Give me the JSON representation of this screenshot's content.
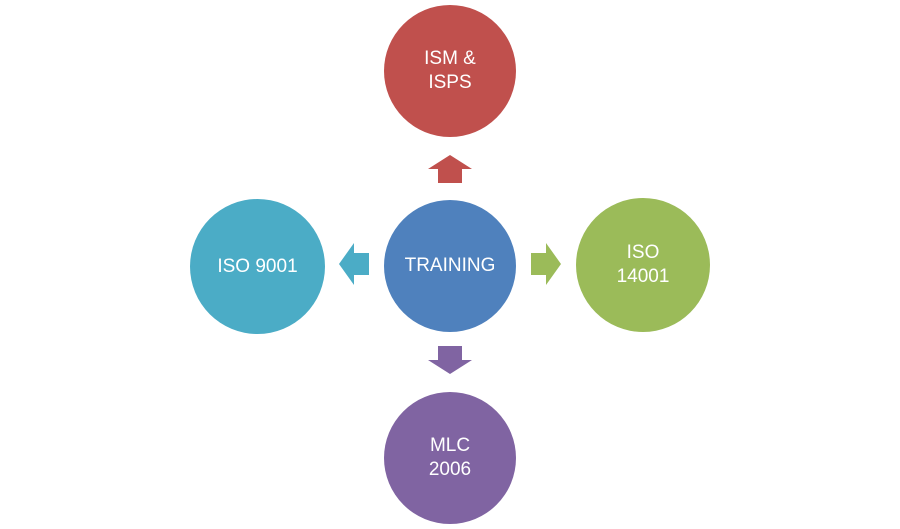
{
  "diagram": {
    "center": {
      "label": "TRAINING",
      "color": "#4F81BD"
    },
    "top": {
      "label": "ISM &\nISPS",
      "color": "#C0504D"
    },
    "right": {
      "label": "ISO\n14001",
      "color": "#9BBB59"
    },
    "bottom": {
      "label": "MLC\n2006",
      "color": "#8064A2"
    },
    "left": {
      "label": "ISO 9001",
      "color": "#4BACC6"
    }
  }
}
